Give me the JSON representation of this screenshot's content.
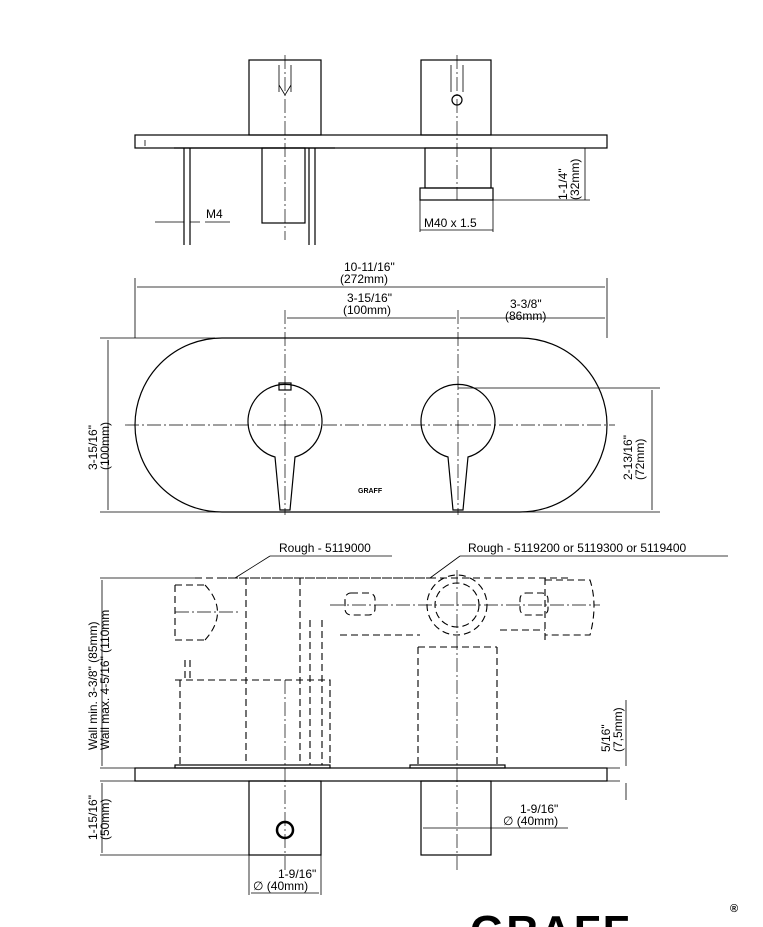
{
  "top_view": {
    "m4_label": "M4",
    "thread_label": "M40 x 1.5",
    "depth_in": "1-1/4\"",
    "depth_mm": "(32mm)"
  },
  "front_view": {
    "overall_in": "10-11/16\"",
    "overall_mm": "(272mm)",
    "center_in": "3-15/16\"",
    "center_mm": "(100mm)",
    "edge_in": "3-3/8\"",
    "edge_mm": "(86mm)",
    "height_in": "3-15/16\"",
    "height_mm": "(100mm)",
    "handle_in": "2-13/16\"",
    "handle_mm": "(72mm)",
    "plate_logo": "GRAFF"
  },
  "side_view": {
    "rough_left": "Rough - 5119000",
    "rough_right": "Rough - 5119200 or 5119300 or 5119400",
    "wall_min": "Wall min. 3-3/8\" (85mm)",
    "wall_max": "Wall max. 4-5/16\" (110mm",
    "plate_in": "5/16\"",
    "plate_mm": "(7,5mm)",
    "projection_in": "1-15/16\"",
    "projection_mm": "(50mm)",
    "dia_right_in": "1-9/16\"",
    "dia_right_mm": "∅ (40mm)",
    "dia_left_in": "1-9/16\"",
    "dia_left_mm": "∅ (40mm)"
  },
  "brand": {
    "logo": "GRAFF",
    "registered": "®"
  }
}
